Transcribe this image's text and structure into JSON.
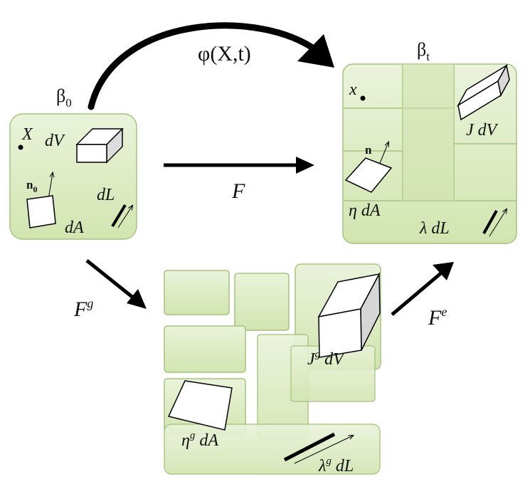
{
  "diagram": {
    "map": {
      "prefix": "φ(X,t)"
    },
    "reference": {
      "symbol": "β",
      "sub": "0",
      "point": "X",
      "volume": "dV",
      "normal": "n",
      "normal_sub": "0",
      "line": "dL",
      "area": "dA"
    },
    "current": {
      "symbol": "β",
      "sub": "t",
      "point": "x",
      "volume": "J dV",
      "normal": "n",
      "area": "η dA",
      "line": "λ dL"
    },
    "growth": {
      "volume_base": "J",
      "volume_sup": "g",
      "volume_rest": " dV",
      "area_base": "η",
      "area_sup": "g",
      "area_rest": " dA",
      "line_base": "λ",
      "line_sup": "g",
      "line_rest": " dL"
    },
    "arrows": {
      "total": "F",
      "growth_base": "F",
      "growth_sup": "g",
      "elastic_base": "F",
      "elastic_sup": "e"
    },
    "colors": {
      "tile_fill": "#dcebc2",
      "tile_fill_light": "#e6f1d2",
      "tile_stroke": "#a6c47e",
      "ink": "#000000"
    }
  }
}
